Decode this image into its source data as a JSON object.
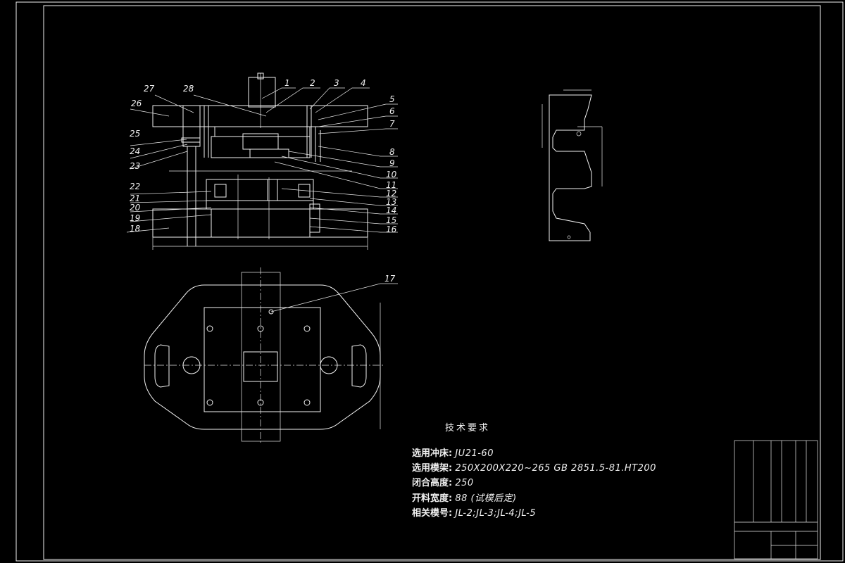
{
  "callouts": [
    "1",
    "2",
    "3",
    "4",
    "5",
    "6",
    "7",
    "8",
    "9",
    "10",
    "11",
    "12",
    "13",
    "14",
    "15",
    "16",
    "17",
    "18",
    "19",
    "20",
    "21",
    "22",
    "23",
    "24",
    "25",
    "26",
    "27",
    "28"
  ],
  "technical_requirements": {
    "title": "技术要求",
    "items": [
      {
        "label": "选用冲床:",
        "value": "JU21-60"
      },
      {
        "label": "选用模架:",
        "value": "250X200X220~265   GB  2851.5-81.HT200"
      },
      {
        "label": "闭合高度:",
        "value": "250"
      },
      {
        "label": "开料宽度:",
        "value": "88 (试模后定)"
      },
      {
        "label": "相关模号:",
        "value": "JL-2;JL-3;JL-4;JL-5"
      }
    ]
  },
  "colors": {
    "background": "#000000",
    "lines": "#f2f2f2"
  }
}
